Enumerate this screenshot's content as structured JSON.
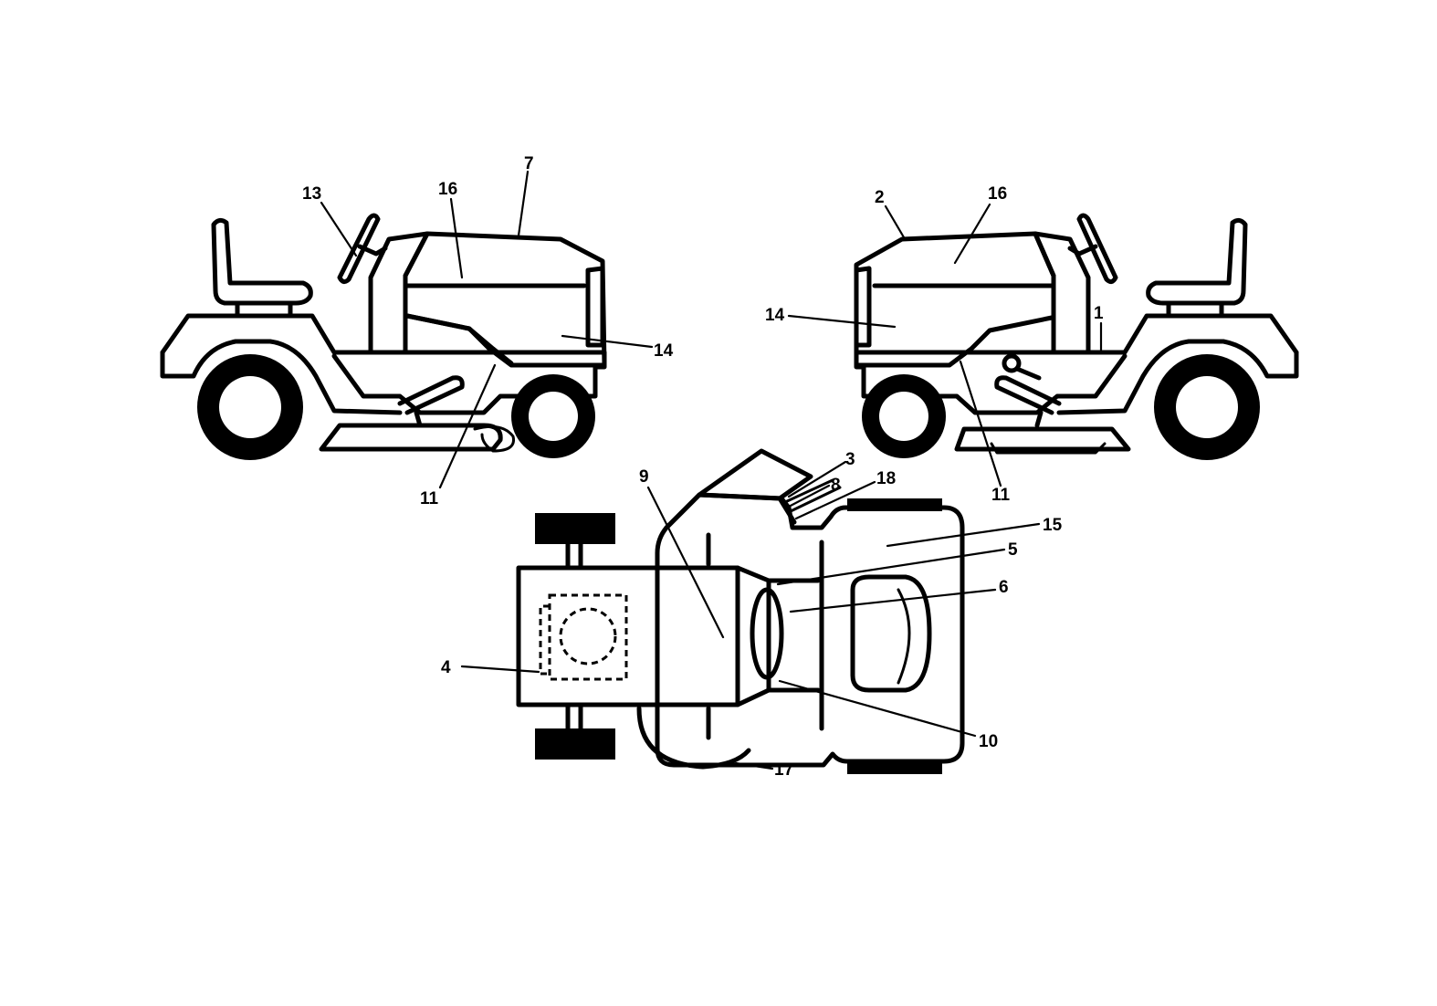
{
  "diagram": {
    "left_view": {
      "callouts": {
        "c7": "7",
        "c13": "13",
        "c16": "16",
        "c14": "14",
        "c11": "11"
      }
    },
    "right_view": {
      "callouts": {
        "c2": "2",
        "c16": "16",
        "c14": "14",
        "c1": "1",
        "c11": "11"
      }
    },
    "top_view": {
      "callouts": {
        "c3": "3",
        "c8": "8",
        "c18": "18",
        "c9": "9",
        "c15": "15",
        "c5": "5",
        "c6": "6",
        "c4": "4",
        "c10": "10",
        "c17": "17"
      }
    }
  }
}
